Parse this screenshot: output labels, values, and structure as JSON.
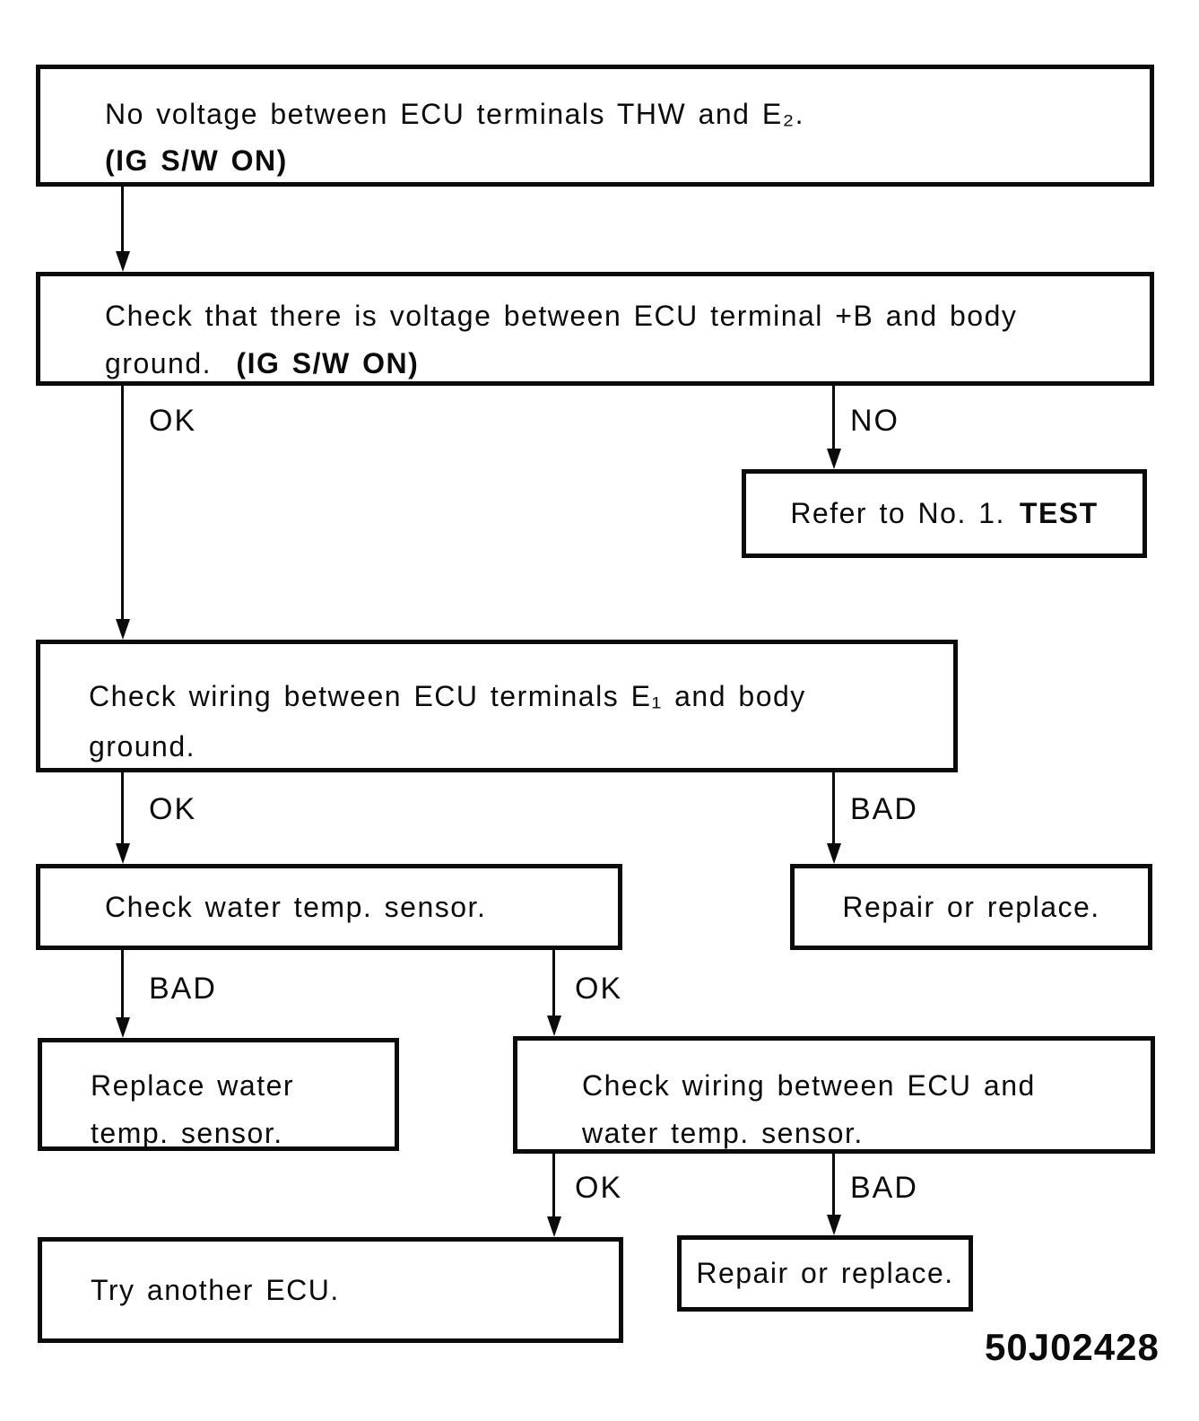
{
  "figure_number": "50J02428",
  "colors": {
    "ink": "#0b0b0b",
    "background": "#ffffff"
  },
  "flowchart": {
    "boxes": {
      "no_voltage": {
        "line1": "No voltage between ECU terminals THW and E₂.",
        "line2_bold": "(IG S/W ON)"
      },
      "check_b_voltage": {
        "line1": "Check that there is voltage between ECU terminal +B and body",
        "line2": "ground.",
        "line2_bold": "(IG S/W ON)"
      },
      "refer_test": {
        "text": "Refer to No. 1.",
        "text_bold": "TEST"
      },
      "check_e1_wiring": {
        "line1": "Check wiring between ECU terminals E₁ and body",
        "line2": "ground."
      },
      "check_water_temp_sensor": {
        "text": "Check water temp. sensor."
      },
      "repair_or_replace_top": {
        "text": "Repair or replace."
      },
      "replace_water_temp_sensor": {
        "line1": "Replace water",
        "line2": "temp. sensor."
      },
      "check_ecu_sensor_wiring": {
        "line1": "Check wiring between ECU and",
        "line2": "water temp. sensor."
      },
      "try_another_ecu": {
        "text": "Try another ECU."
      },
      "repair_or_replace_bottom": {
        "text": "Repair or replace."
      }
    },
    "branch_labels": {
      "b_voltage_ok": "OK",
      "b_voltage_no": "NO",
      "e1_wiring_ok": "OK",
      "e1_wiring_bad": "BAD",
      "sensor_check_bad": "BAD",
      "sensor_check_ok": "OK",
      "ecu_wiring_ok": "OK",
      "ecu_wiring_bad": "BAD"
    }
  }
}
